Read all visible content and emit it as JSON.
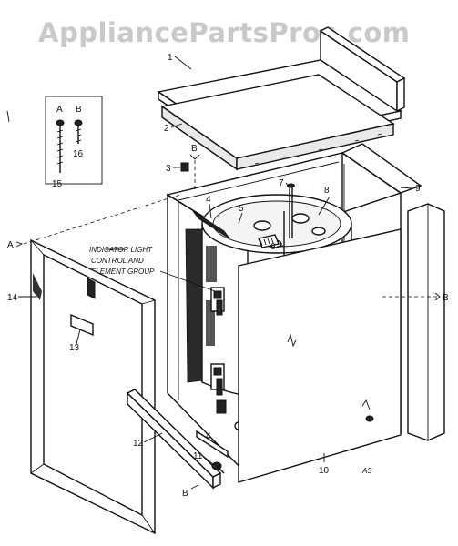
{
  "watermark": "AppliancePartsPros.com",
  "callouts": {
    "c1": "1",
    "c2": "2",
    "c3": "3",
    "c4a": "4",
    "c4b": "4",
    "c5": "5",
    "c6": "6",
    "c7": "7",
    "c8": "8",
    "c9": "9",
    "c10": "10",
    "c11": "11",
    "c12": "12",
    "c13": "13",
    "c14": "14",
    "c15": "15",
    "c16": "16"
  },
  "ref_letters": {
    "a_left": "A",
    "b_top": "B",
    "b_right": "B",
    "b_bottom": "B",
    "inset_a": "A",
    "inset_b": "B"
  },
  "group_label": {
    "line1": "INDICATOR LIGHT",
    "line2": "CONTROL AND",
    "line3": "ELEMENT GROUP"
  },
  "figure_code": "AS"
}
